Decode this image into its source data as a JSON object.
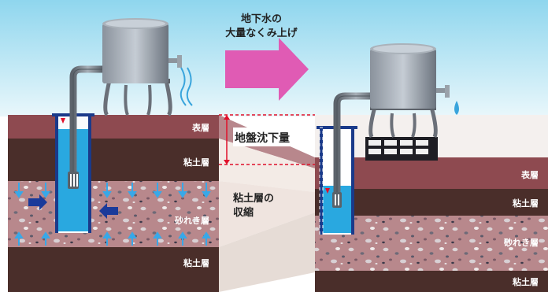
{
  "arrow_text": {
    "line1": "地下水の",
    "line2": "大量なくみ上げ"
  },
  "subsidence_label": "地盤沈下量",
  "clay_shrink": {
    "line1": "粘土層の",
    "line2": "収縮"
  },
  "left_layers": {
    "surface": "表層",
    "clay_upper": "粘土層",
    "gravel": "砂れき層",
    "clay_lower": "粘土層"
  },
  "right_layers": {
    "surface": "表層",
    "clay_upper": "粘土層",
    "gravel": "砂れき層",
    "clay_lower": "粘土層"
  },
  "colors": {
    "sky_top": "#c9ecf6",
    "surface_layer": "#8e4a50",
    "clay_layer": "#4a2e2a",
    "gravel_layer": "#b8888c",
    "water": "#29a8e0",
    "arrow": "#e05bb4",
    "subsidence_marker": "#e0102a",
    "well_casing": "#1a3a8a"
  }
}
